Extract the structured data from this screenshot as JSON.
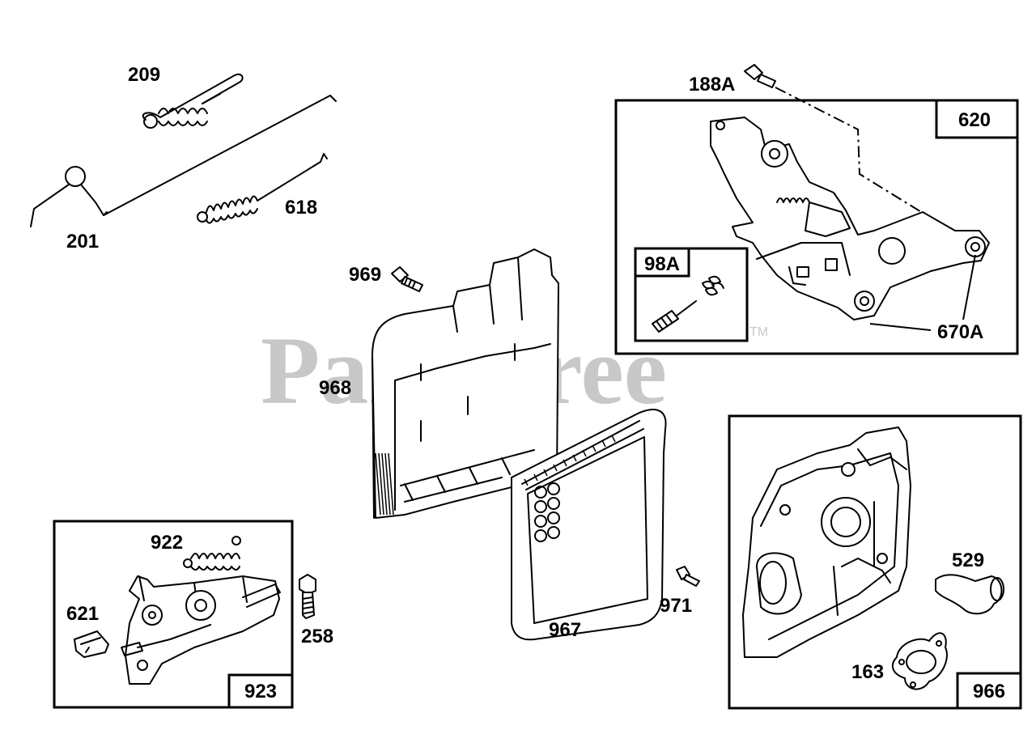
{
  "watermark": {
    "text": "PartsTree",
    "trademark": "TM",
    "color": "#c8c8c8"
  },
  "labels": {
    "l209": "209",
    "l201": "201",
    "l618": "618",
    "l969": "969",
    "l968": "968",
    "l967": "967",
    "l971": "971",
    "l922": "922",
    "l621": "621",
    "l258": "258",
    "l188A": "188A",
    "l98A": "98A",
    "l670A": "670A",
    "l529": "529",
    "l163": "163"
  },
  "boxes": {
    "b620": "620",
    "b923": "923",
    "b966": "966"
  }
}
